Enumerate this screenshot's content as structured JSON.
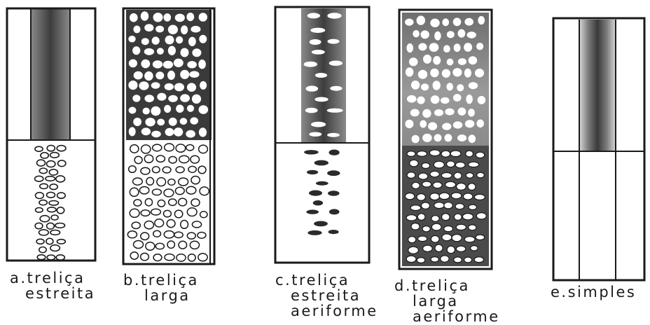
{
  "figure": {
    "panels": [
      {
        "id": "a",
        "caption": [
          "a.treliça",
          "estreita"
        ]
      },
      {
        "id": "b",
        "caption": [
          "b.treliça",
          "larga"
        ]
      },
      {
        "id": "c",
        "caption": [
          "c.treliça",
          "estreita",
          "aeriforme"
        ]
      },
      {
        "id": "d",
        "caption": [
          "d.treliça",
          "larga",
          "aeriforme"
        ]
      },
      {
        "id": "e",
        "caption": [
          "e.simples"
        ]
      }
    ]
  }
}
